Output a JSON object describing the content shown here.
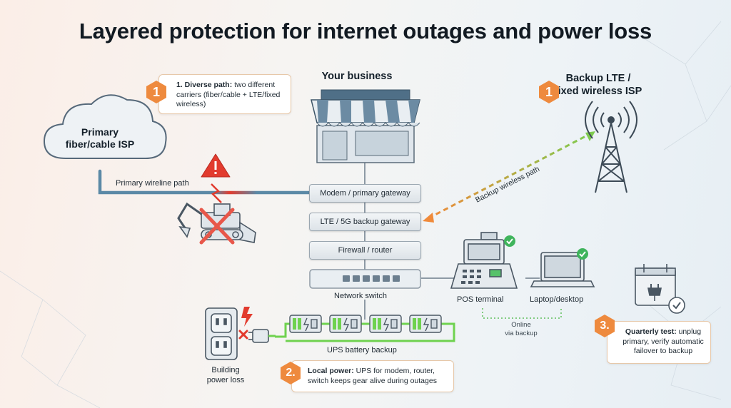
{
  "title": "Layered protection for internet outages and power loss",
  "business_label": "Your business",
  "primary_isp": {
    "line1": "Primary",
    "line2": "fiber/cable ISP"
  },
  "backup_isp": {
    "line1": "Backup LTE /",
    "line2": "fixed wireless ISP"
  },
  "callout1": {
    "number": "1",
    "bold": "1. Diverse path:",
    "text": " two different carriers (fiber/cable + LTE/fixed wireless)"
  },
  "callout1b": {
    "number": "1"
  },
  "callout2": {
    "number": "2.",
    "bold": "Local power:",
    "text": " UPS for modem, router, switch keeps gear alive during outages"
  },
  "callout3": {
    "number": "3.",
    "bold": "Quarterly test:",
    "text": " unplug primary, verify automatic failover to backup"
  },
  "stack": {
    "modem": "Modem / primary gateway",
    "lte": "LTE / 5G backup gateway",
    "firewall": "Firewall / router",
    "switch_label": "Network switch"
  },
  "paths": {
    "primary": "Primary wireline path",
    "backup": "Backup wireless path"
  },
  "devices": {
    "pos": "POS terminal",
    "laptop": "Laptop/desktop",
    "online_line1": "Online",
    "online_line2": "via backup"
  },
  "ups_label": "UPS battery backup",
  "power_loss": {
    "line1": "Building",
    "line2": "power loss"
  },
  "colors": {
    "accent_orange": "#ee8a3e",
    "wire_blue": "#5b89a6",
    "power_green": "#6fd24f",
    "alert_red": "#e23b2e",
    "ok_green": "#3fb45c"
  }
}
